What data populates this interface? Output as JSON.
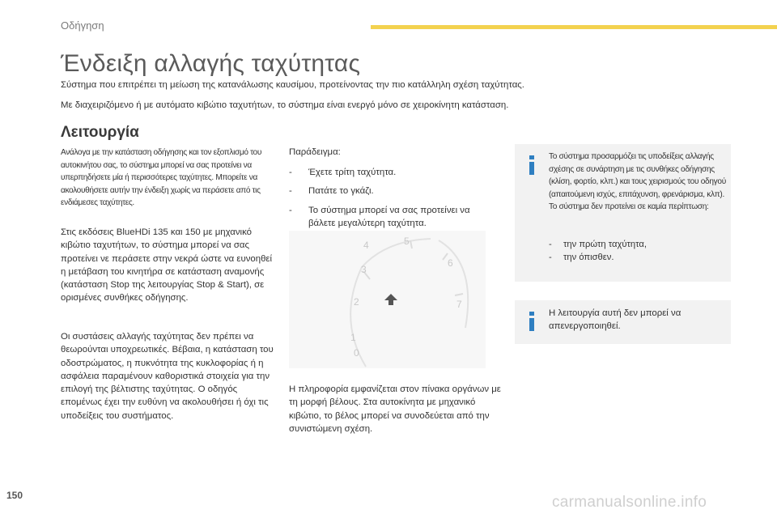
{
  "header": {
    "section": "Οδήγηση",
    "accent_color": "#f3d24f"
  },
  "title": "Ένδειξη αλλαγής ταχύτητας",
  "intro": {
    "line1": "Σύστημα που επιτρέπει τη μείωση της κατανάλωσης καυσίμου, προτείνοντας την πιο κατάλληλη σχέση ταχύτητας.",
    "line2": "Με διαχειριζόμενο ή με αυτόματο κιβώτιο ταχυτήτων, το σύστημα είναι ενεργό μόνο σε χειροκίνητη κατάσταση."
  },
  "operation": {
    "heading": "Λειτουργία",
    "condensed": "Ανάλογα με την κατάσταση οδήγησης και τον εξοπλισμό του αυτοκινήτου σας, το σύστημα μπορεί να σας προτείνει να υπερπηδήσετε μία ή περισσότερες ταχύτητες. Μπορείτε να ακολουθήσετε αυτήν την ένδειξη χωρίς να περάσετε από τις ενδιάμεσες ταχύτητες.",
    "para1": "Στις εκδόσεις BlueHDi 135 και 150 με μηχανικό κιβώτιο ταχυτήτων, το σύστημα μπορεί να σας προτείνει νε περάσετε στην νεκρά ώστε να ευνοηθεί η μετάβαση του κινητήρα σε κατάσταση αναμονής (κατάσταση Stop της λειτουργίας Stop & Start), σε ορισμένες συνθήκες οδήγησης.",
    "para2": "Οι συστάσεις αλλαγής ταχύτητας δεν πρέπει να θεωρούνται υποχρεωτικές. Βέβαια, η κατάσταση του οδοστρώματος, η πυκνότητα της κυκλοφορίας ή η ασφάλεια παραμένουν καθοριστικά στοιχεία για την επιλογή της βέλτιστης ταχύτητας. Ο οδηγός επομένως έχει την ευθύνη να ακολουθήσει ή όχι τις υποδείξεις του συστήματος."
  },
  "example": {
    "title": "Παράδειγμα:",
    "bullets": [
      "Έχετε τρίτη ταχύτητα.",
      "Πατάτε το γκάζι.",
      "Το σύστημα μπορεί να σας προτείνει να βάλετε μεγαλύτερη ταχύτητα."
    ],
    "dash": "-",
    "gauge_numbers": [
      "1",
      "2",
      "3",
      "4",
      "5",
      "6",
      "7",
      "0"
    ],
    "caption": "Η πληροφορία εμφανίζεται στον πίνακα οργάνων με τη μορφή βέλους. Στα αυτοκίνητα με μηχανικό κιβώτιο, το βέλος μπορεί να συνοδεύεται από την συνιστώμενη σχέση."
  },
  "info1": {
    "text": "Το σύστημα προσαρμόζει τις υποδείξεις αλλαγής σχέσης σε συνάρτηση με τις συνθήκες οδήγησης (κλίση, φορτίο, κλπ.) και τους χειρισμούς του οδηγού (απαιτούμενη ισχύς, επιτάχυνση, φρενάρισμα, κλπ). Το σύστημα δεν προτείνει σε καμία περίπτωση:",
    "items": [
      "την πρώτη ταχύτητα,",
      "την όπισθεν."
    ],
    "icon_color": "#2f7fc1"
  },
  "info2": {
    "text": "Η λειτουργία αυτή δεν μπορεί να απενεργοποιηθεί."
  },
  "page_number": "150",
  "watermark": "carmanualsonline.info"
}
